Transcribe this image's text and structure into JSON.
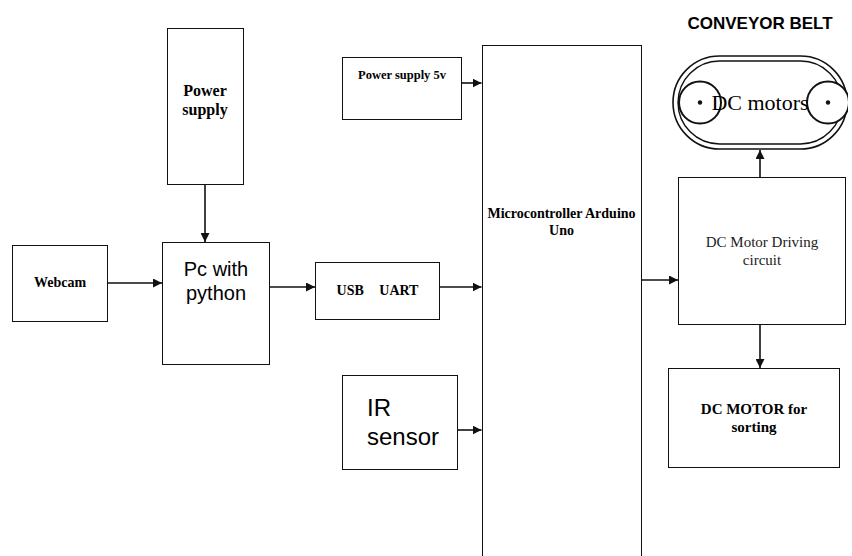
{
  "diagram": {
    "nodes": [
      {
        "text": [
          "Power supply"
        ]
      },
      {
        "text": [
          "Power supply 5v"
        ]
      },
      {
        "text": [
          "CONVEYOR BELT",
          "DC motors"
        ]
      },
      {
        "text": [
          "Webcam"
        ]
      },
      {
        "text": [
          "Pc with python"
        ]
      },
      {
        "text": [
          "USB UART"
        ]
      },
      {
        "text": [
          "Microcontroller Arduino Uno"
        ]
      },
      {
        "text": [
          "DC Motor Driving circuit"
        ]
      },
      {
        "text": [
          "IR sensor"
        ]
      },
      {
        "text": [
          "DC MOTOR for sorting"
        ]
      }
    ],
    "edges": [
      {
        "from": 0,
        "to": 4,
        "arrow": "to"
      },
      {
        "from": 3,
        "to": 4,
        "arrow": "to"
      },
      {
        "from": 4,
        "to": 5,
        "arrow": "to"
      },
      {
        "from": 5,
        "to": 6,
        "arrow": "to"
      },
      {
        "from": 1,
        "to": 6,
        "arrow": "to"
      },
      {
        "from": 8,
        "to": 6,
        "arrow": "to"
      },
      {
        "from": 6,
        "to": 7,
        "arrow": "to"
      },
      {
        "from": 7,
        "to": 2,
        "arrow": "to"
      },
      {
        "from": 7,
        "to": 9,
        "arrow": "to"
      }
    ]
  }
}
